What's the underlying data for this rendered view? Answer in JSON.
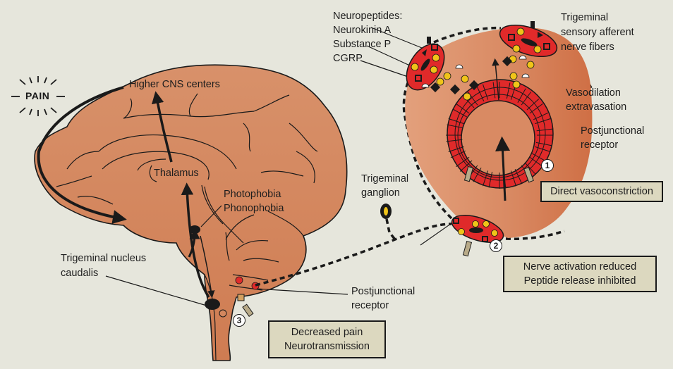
{
  "title": "Trigeminovascular mechanisms of migraine and sites of action",
  "colors": {
    "background": "#e6e6dc",
    "brain": "#d4875e",
    "vessel_region": "#d88a62",
    "vessel_wall": "#e02a2a",
    "nerve_terminal": "#e02a2a",
    "vesicle": "#f0c419",
    "label_box": "#dcd8bf",
    "ink": "#1a1a1a"
  },
  "labels": {
    "pain": "PAIN",
    "higher_cns": "Higher CNS centers",
    "thalamus": "Thalamus",
    "photophobia": "Photophobia",
    "phonophobia": "Phonophobia",
    "trig_nucleus_line1": "Trigeminal nucleus",
    "trig_nucleus_line2": "caudalis",
    "trig_ganglion_line1": "Trigeminal",
    "trig_ganglion_line2": "ganglion",
    "postjunctional_brain_line1": "Postjunctional",
    "postjunctional_brain_line2": "receptor",
    "neuropeptides_title": "Neuropeptides:",
    "neuropeptide_1": "Neurokinin A",
    "neuropeptide_2": "Substance P",
    "neuropeptide_3": "CGRP",
    "trig_afferent_line1": "Trigeminal",
    "trig_afferent_line2": "sensory afferent",
    "trig_afferent_line3": "nerve fibers",
    "vasodilation_line1": "Vasodilation",
    "vasodilation_line2": "extravasation",
    "postjunctional_vessel_line1": "Postjunctional",
    "postjunctional_vessel_line2": "receptor"
  },
  "boxes": {
    "direct_vasoconstriction": "Direct vasoconstriction",
    "nerve_activation_line1": "Nerve activation reduced",
    "nerve_activation_line2": "Peptide release inhibited",
    "decreased_pain_line1": "Decreased pain",
    "decreased_pain_line2": "Neurotransmission"
  },
  "sites": [
    "1",
    "2",
    "3"
  ]
}
